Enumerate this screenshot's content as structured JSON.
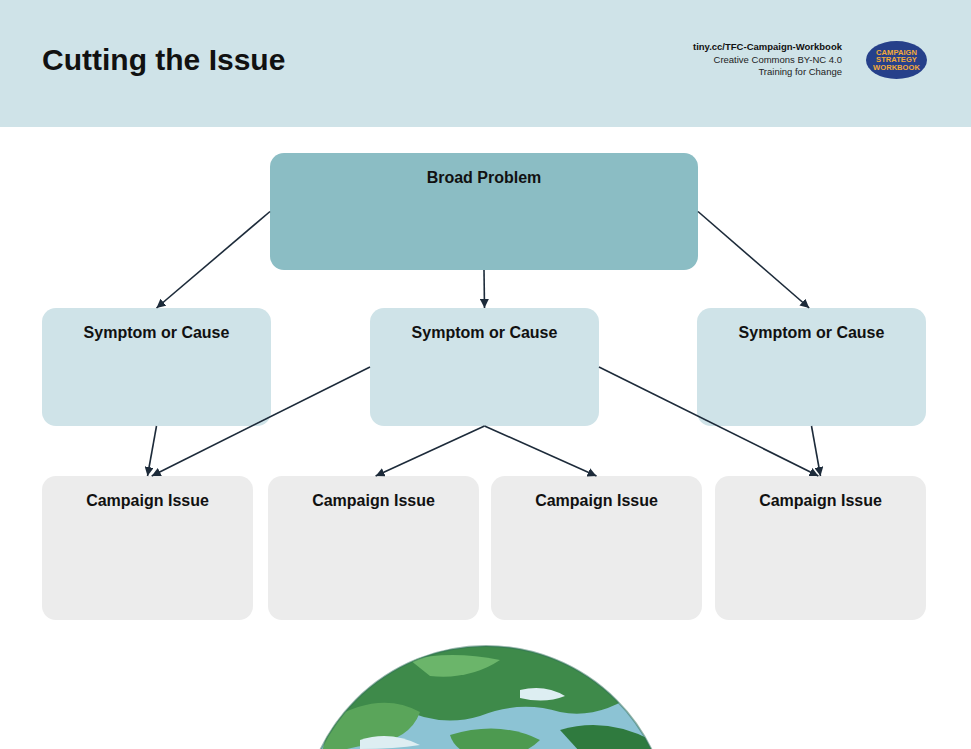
{
  "diagram": {
    "title": "Cutting the Issue",
    "nodes": [
      {
        "text": [
          "CAMPAIGN STRATEGY WORKBOOK"
        ]
      },
      {
        "text": [
          "Broad Problem"
        ]
      },
      {
        "text": [
          "Symptom or Cause"
        ]
      },
      {
        "text": [
          "Symptom or Cause"
        ]
      },
      {
        "text": [
          "Symptom or Cause"
        ]
      },
      {
        "text": [
          "Campaign Issue"
        ]
      },
      {
        "text": [
          "Campaign Issue"
        ]
      },
      {
        "text": [
          "Campaign Issue"
        ]
      },
      {
        "text": [
          "Campaign Issue"
        ]
      }
    ],
    "edges": [
      {
        "from": 1,
        "to": 2,
        "arrow": "to"
      },
      {
        "from": 1,
        "to": 3,
        "arrow": "to"
      },
      {
        "from": 1,
        "to": 4,
        "arrow": "to"
      },
      {
        "from": 2,
        "to": 5,
        "arrow": "to"
      },
      {
        "from": 3,
        "to": 5,
        "arrow": "to"
      },
      {
        "from": 3,
        "to": 6,
        "arrow": "to"
      },
      {
        "from": 3,
        "to": 7,
        "arrow": "to"
      },
      {
        "from": 3,
        "to": 8,
        "arrow": "to"
      },
      {
        "from": 4,
        "to": 8,
        "arrow": "to"
      }
    ],
    "labels": [
      "tiny.cc/TFC-Campaign-Workbook",
      "Creative Commons BY-NC 4.0",
      "Training for Change"
    ]
  }
}
